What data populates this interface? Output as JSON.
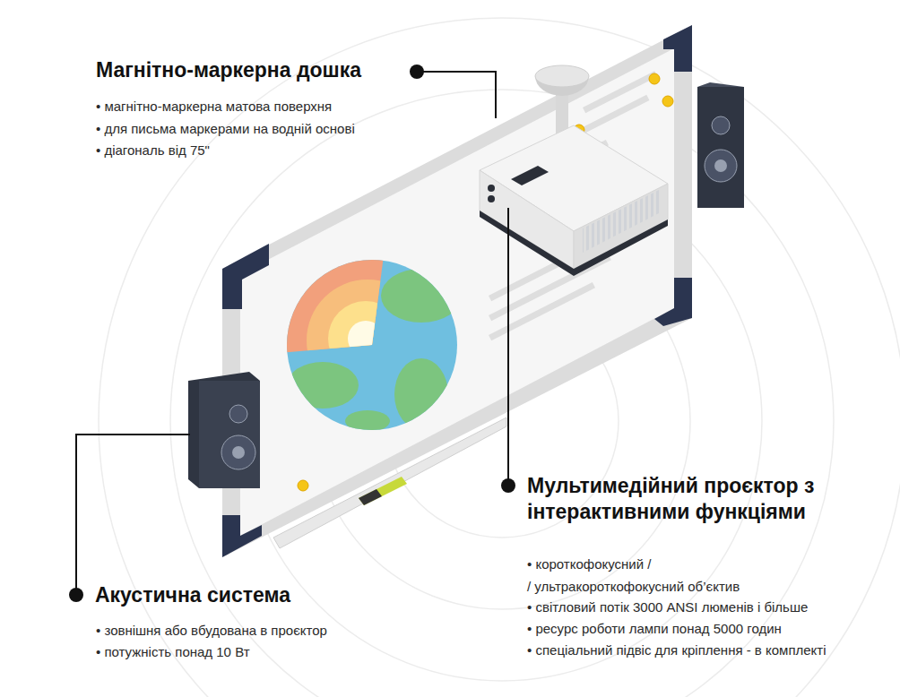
{
  "diagram": {
    "labels": [
      "Магнітно-маркерна дошка",
      "• магнітно-маркерна матова поверхня",
      "• для письма маркерами на водній основі",
      "• діагональ від 75\"",
      "Мультимедійний проєктор з інтерактивними функціями",
      "• короткофокусний /",
      "/ ультракороткофокусний об’єктив",
      "• світловий потік 3000 ANSI люменів і більше",
      "• ресурс роботи лампи понад 5000 годин",
      "• спеціальний підвіс для кріплення - в комплекті",
      "Акустична система",
      "• зовнішня або вбудована в проєктор",
      "• потужність понад 10 Вт"
    ]
  }
}
